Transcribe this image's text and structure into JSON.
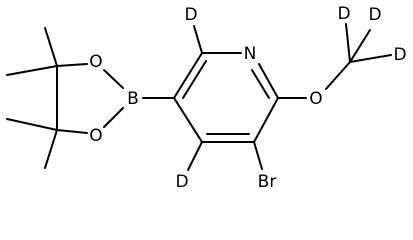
{
  "molecule": {
    "atoms": {
      "n_ring": "N",
      "o_ring_top": "O",
      "o_ring_bottom": "O",
      "boron": "B",
      "o_methoxy": "O",
      "bromine": "Br",
      "d_top": "D",
      "d_bottom": "D",
      "d_methyl_1": "D",
      "d_methyl_2": "D",
      "d_methyl_3": "D"
    }
  }
}
